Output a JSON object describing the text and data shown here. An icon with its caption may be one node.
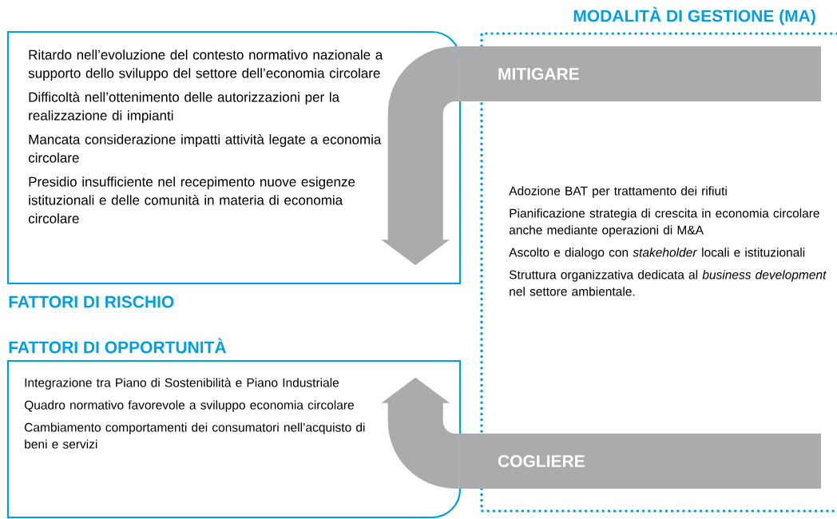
{
  "diagram": {
    "nodes": [
      {
        "text": [
          "Ritardo nell’evoluzione del contesto normativo nazionale a supporto dello sviluppo del settore dell’economia circolare",
          "Difficoltà nell’ottenimento delle autorizzazioni per la realizzazione di impianti",
          "Mancata considerazione impatti attività legate a economia circolare",
          "Presidio insufficiente nel recepimento nuove esigenze istituzionali e delle comunità in materia di economia circolare",
          "FATTORI DI RISCHIO"
        ]
      },
      {
        "text": [
          "FATTORI DI OPPORTUNITÀ",
          "Integrazione tra Piano di Sostenibilità e Piano Industriale",
          "Quadro normativo favorevole a sviluppo economia circolare",
          "Cambiamento comportamenti dei consumatori nell’acquisto di beni e servizi"
        ]
      },
      {
        "text": [
          "MODALITÀ DI GESTIONE (MA)",
          "Adozione BAT per trattamento dei rifiuti",
          "Pianificazione strategia di crescita in economia circolare anche mediante operazioni di M&A",
          "Ascolto e dialogo con *stakeholder* locali e istituzionali",
          "Struttura organizzativa dedicata al *business development* nel settore ambientale."
        ]
      },
      {
        "text": [
          "MITIGARE"
        ]
      },
      {
        "text": [
          "COGLIERE"
        ]
      }
    ],
    "edges": [
      {
        "from": 3,
        "to": 0,
        "arrow": "to"
      },
      {
        "from": 4,
        "to": 1,
        "arrow": "to"
      }
    ]
  }
}
